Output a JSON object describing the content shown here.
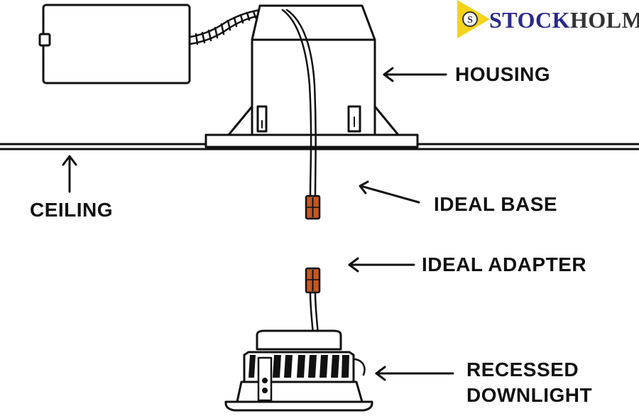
{
  "labels": {
    "housing": "HOUSING",
    "ceiling": "CEILING",
    "ideal_base": "IDEAL BASE",
    "ideal_adapter": "IDEAL ADAPTER",
    "recessed_line1": "RECESSED",
    "recessed_line2": "DOWNLIGHT"
  },
  "logo": {
    "text_accent": "STOCK",
    "text_rest": "HOLM",
    "emblem_letter": "S"
  },
  "colors": {
    "line": "#111111",
    "connector": "#c8561f",
    "logo_yellow": "#f6d21a",
    "logo_accent": "#2a2a8c",
    "logo_dark": "#333333"
  }
}
